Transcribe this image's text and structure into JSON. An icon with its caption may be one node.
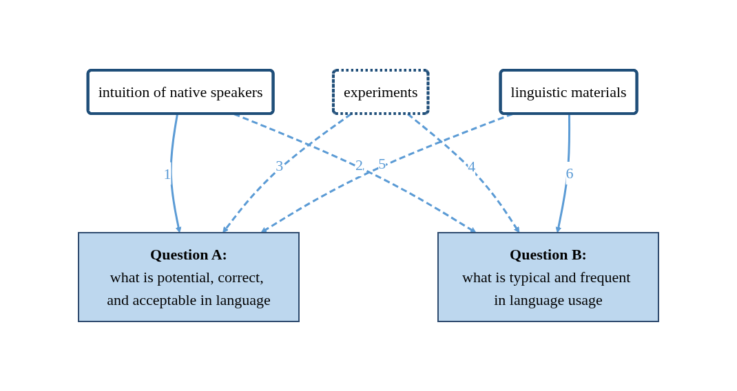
{
  "diagram": {
    "nodes": [
      {
        "text": [
          "intuition of native speakers"
        ]
      },
      {
        "text": [
          "experiments"
        ]
      },
      {
        "text": [
          "linguistic materials"
        ]
      },
      {
        "text": [
          "Question A:",
          "what is potential, correct, and acceptable in language"
        ]
      },
      {
        "text": [
          "Question B:",
          "what is typical and frequent in language usage"
        ]
      }
    ],
    "edges": [
      {
        "from": 0,
        "to": 3,
        "arrow": "to",
        "label": "1"
      },
      {
        "from": 0,
        "to": 4,
        "arrow": "to",
        "label": "2",
        "style": "dashed"
      },
      {
        "from": 1,
        "to": 3,
        "arrow": "to",
        "label": "3",
        "style": "dashed"
      },
      {
        "from": 1,
        "to": 4,
        "arrow": "to",
        "label": "4",
        "style": "dashed"
      },
      {
        "from": 2,
        "to": 3,
        "arrow": "to",
        "label": "5",
        "style": "dashed"
      },
      {
        "from": 2,
        "to": 4,
        "arrow": "to",
        "label": "6"
      }
    ]
  }
}
